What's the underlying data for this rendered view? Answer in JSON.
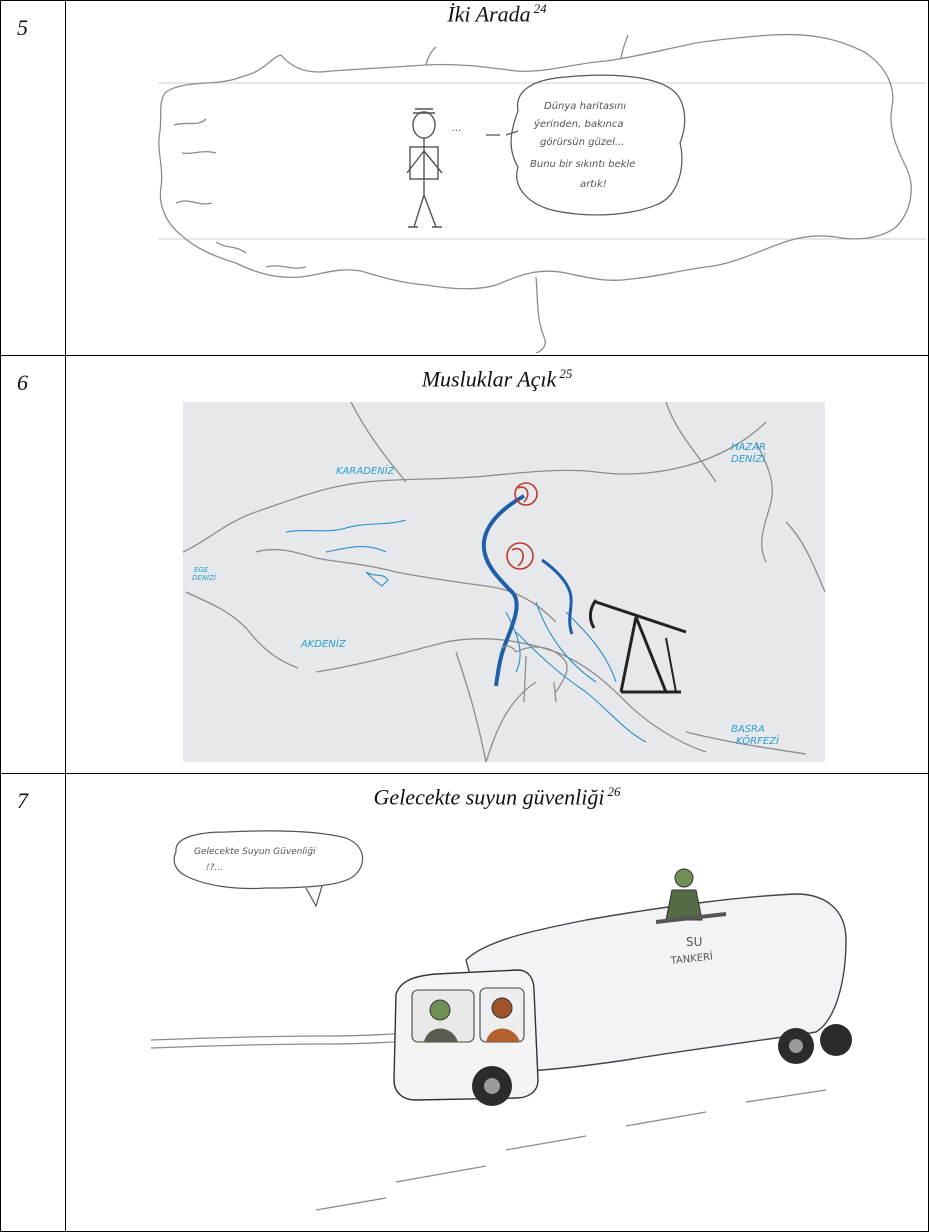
{
  "rows": [
    {
      "number": "5",
      "title": "İki Arada",
      "footnote": "24",
      "illustration": {
        "speech_lines": [
          "Dünya haritasını",
          "ýerinden, bakınca",
          "görürsün güzel...",
          "Bunu bir sıkıntı bekle",
          "artık!"
        ],
        "mutter": "..."
      }
    },
    {
      "number": "6",
      "title": "Musluklar Açık",
      "footnote": "25",
      "illustration": {
        "labels": [
          "KARADENİZ",
          "HAZAR",
          "DENİZİ",
          "AKDENİZ",
          "BASRA",
          "KÖRFEZİ",
          "EGE",
          "DENİZİ"
        ],
        "river_color": "#1f5fa8",
        "dam_color": "#c0392b",
        "label_color": "#2a9fd0"
      }
    },
    {
      "number": "7",
      "title": "Gelecekte suyun güvenliği",
      "footnote": "26",
      "illustration": {
        "bubble_lines": [
          "Gelecekte Suyun Güvenliği",
          "!?..."
        ],
        "tanker_label_1": "SU",
        "tanker_label_2": "TANKERİ"
      }
    }
  ]
}
